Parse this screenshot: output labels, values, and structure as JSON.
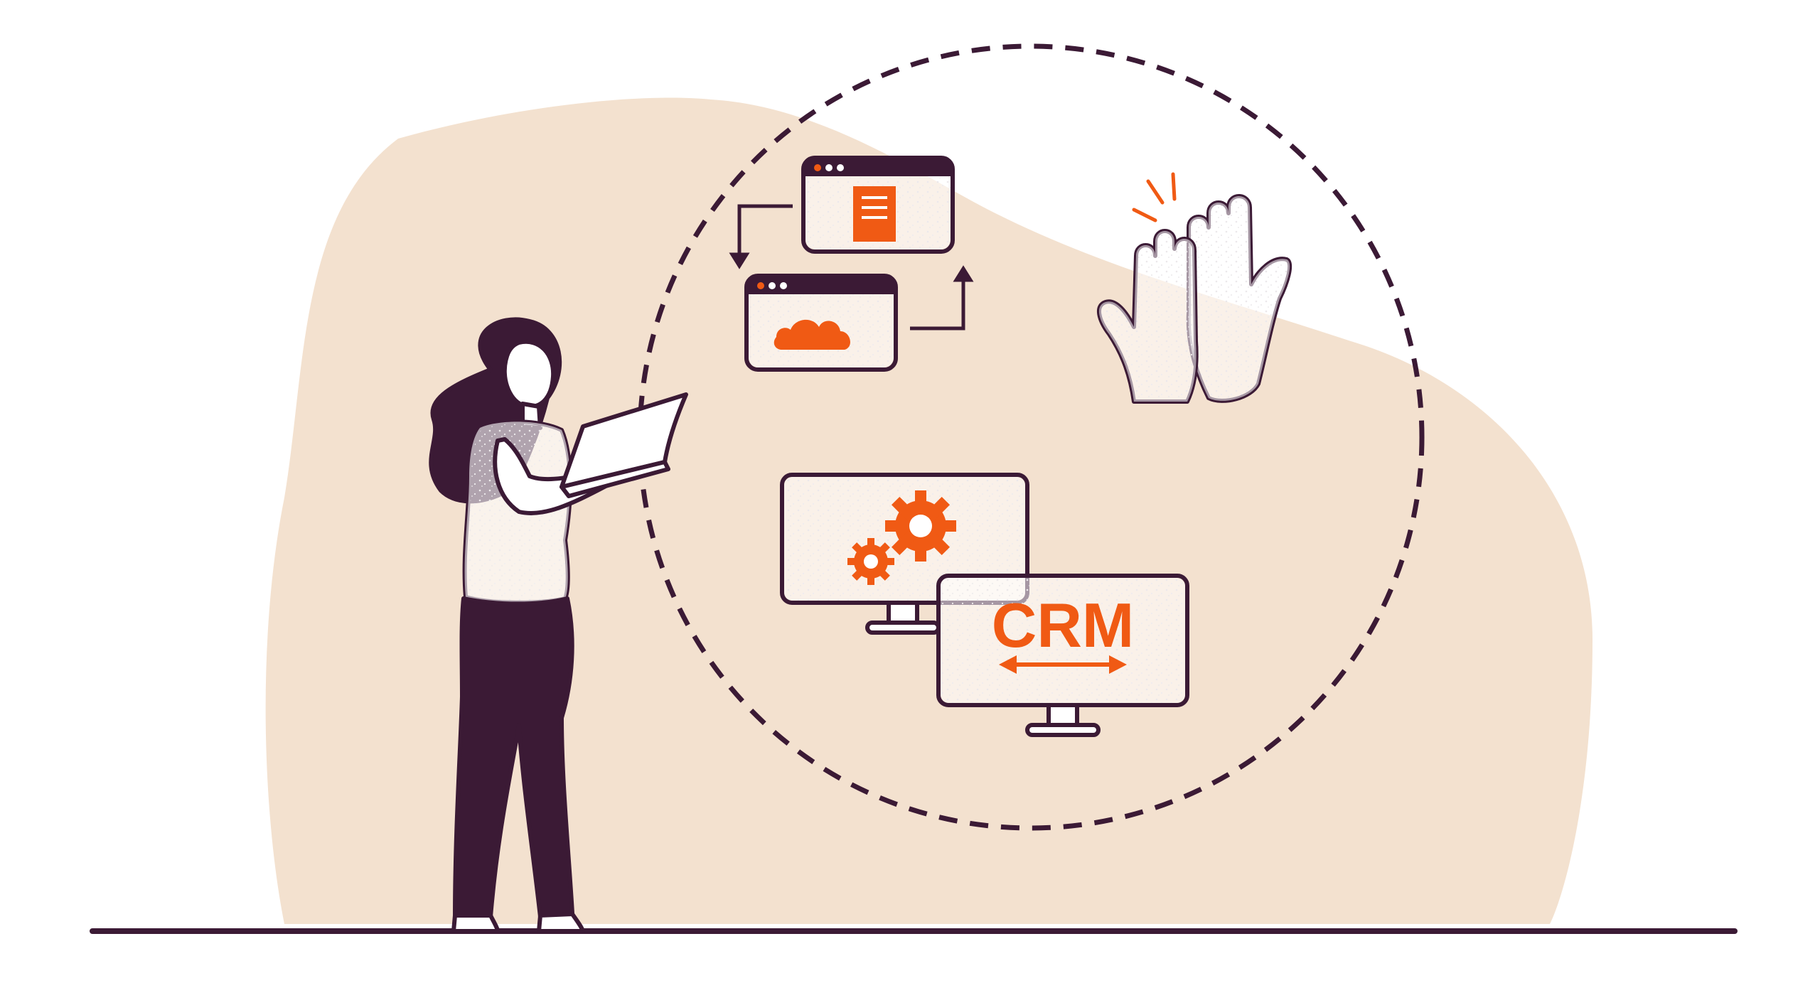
{
  "crm_monitor": {
    "label": "CRM"
  },
  "colors": {
    "ink": "#3b1a35",
    "accent": "#f05a14",
    "blob": "#f3e1cf",
    "panel": "#ffffff",
    "speckle": "#d9d3d8"
  },
  "icons": [
    "woman-with-laptop",
    "document-window-icon",
    "cloud-window-icon",
    "sync-arrows-icon",
    "high-five-hands-icon",
    "gears-monitor-icon",
    "crm-monitor-icon",
    "double-arrow-icon",
    "dashed-circle"
  ]
}
